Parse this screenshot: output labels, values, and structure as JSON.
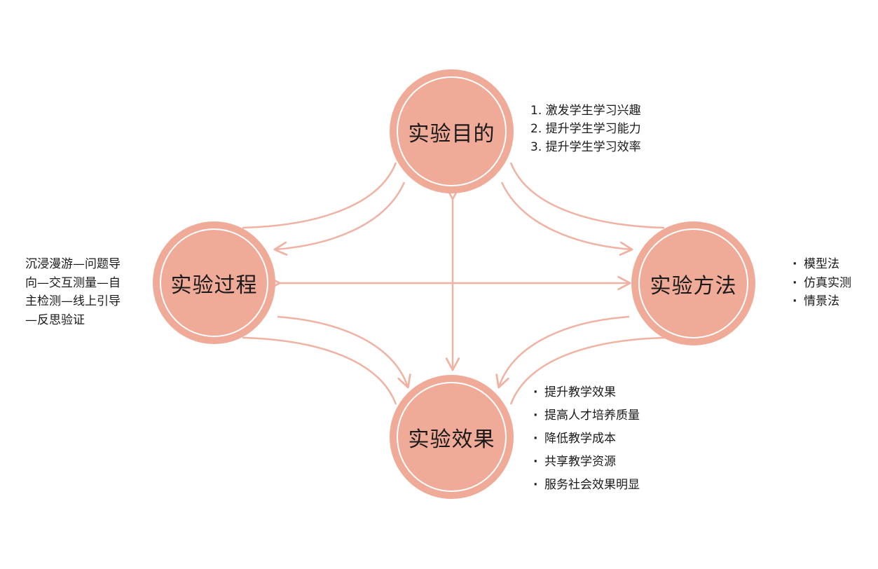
{
  "colors": {
    "node_fill": "#efaa98",
    "node_ring": "#ffffff",
    "arrow": "#f0b2a3",
    "text": "#1a1a1a"
  },
  "nodes": {
    "goal": {
      "label": "实验目的"
    },
    "process": {
      "label": "实验过程"
    },
    "method": {
      "label": "实验方法"
    },
    "effect": {
      "label": "实验效果"
    }
  },
  "notes": {
    "goal": [
      "1. 激发学生学习兴趣",
      "2. 提升学生学习能力",
      "3. 提升学生学习效率"
    ],
    "process": [
      "沉浸漫游—问题导",
      "向—交互测量—自",
      "主检测—线上引导",
      "—反思验证"
    ],
    "method": [
      "模型法",
      "仿真实测",
      "情景法"
    ],
    "effect": [
      "提升教学效果",
      "提高人才培养质量",
      "降低教学成本",
      "共享教学资源",
      "服务社会效果明显"
    ]
  }
}
